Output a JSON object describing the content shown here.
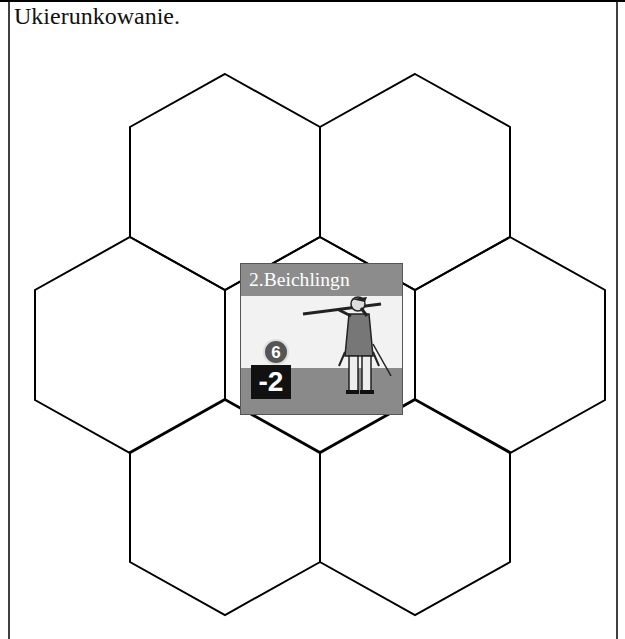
{
  "diagram": {
    "title": "Ukierunkowanie.",
    "nodes": [
      {
        "text": [
          "2.Beichlingn",
          "6",
          "-2"
        ]
      }
    ]
  }
}
